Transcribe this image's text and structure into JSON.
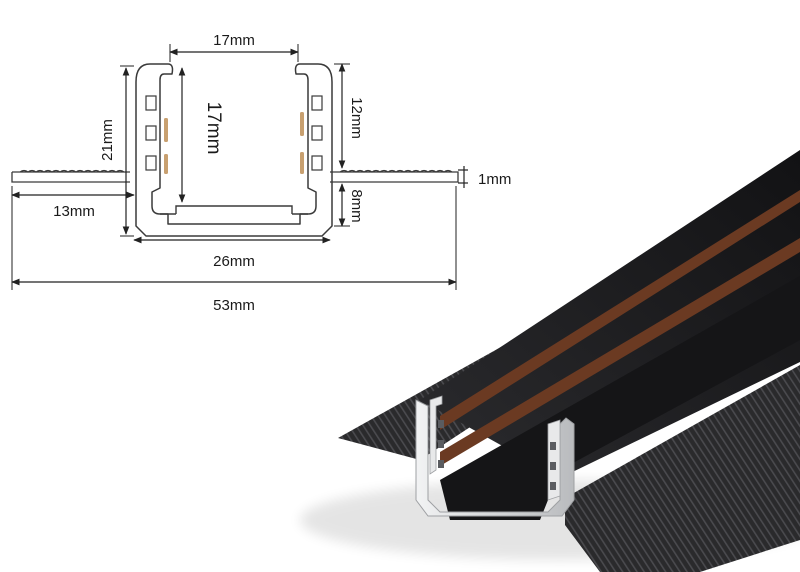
{
  "diagram": {
    "dimensions": {
      "top_opening": "17mm",
      "inner_depth": "17mm",
      "total_height": "21mm",
      "upper_wall": "12mm",
      "lower_wall": "8mm",
      "flange_thickness": "1mm",
      "flange_width": "13mm",
      "body_width": "26mm",
      "overall_width": "53mm"
    },
    "colors": {
      "outline": "#3a3a3a",
      "dimension_line": "#222222",
      "conductor_copper": "#c8a070",
      "profile_black": "#1c1c1e",
      "aluminium_edge": "#d9dadc",
      "copper_strip": "#6b3a22"
    }
  }
}
